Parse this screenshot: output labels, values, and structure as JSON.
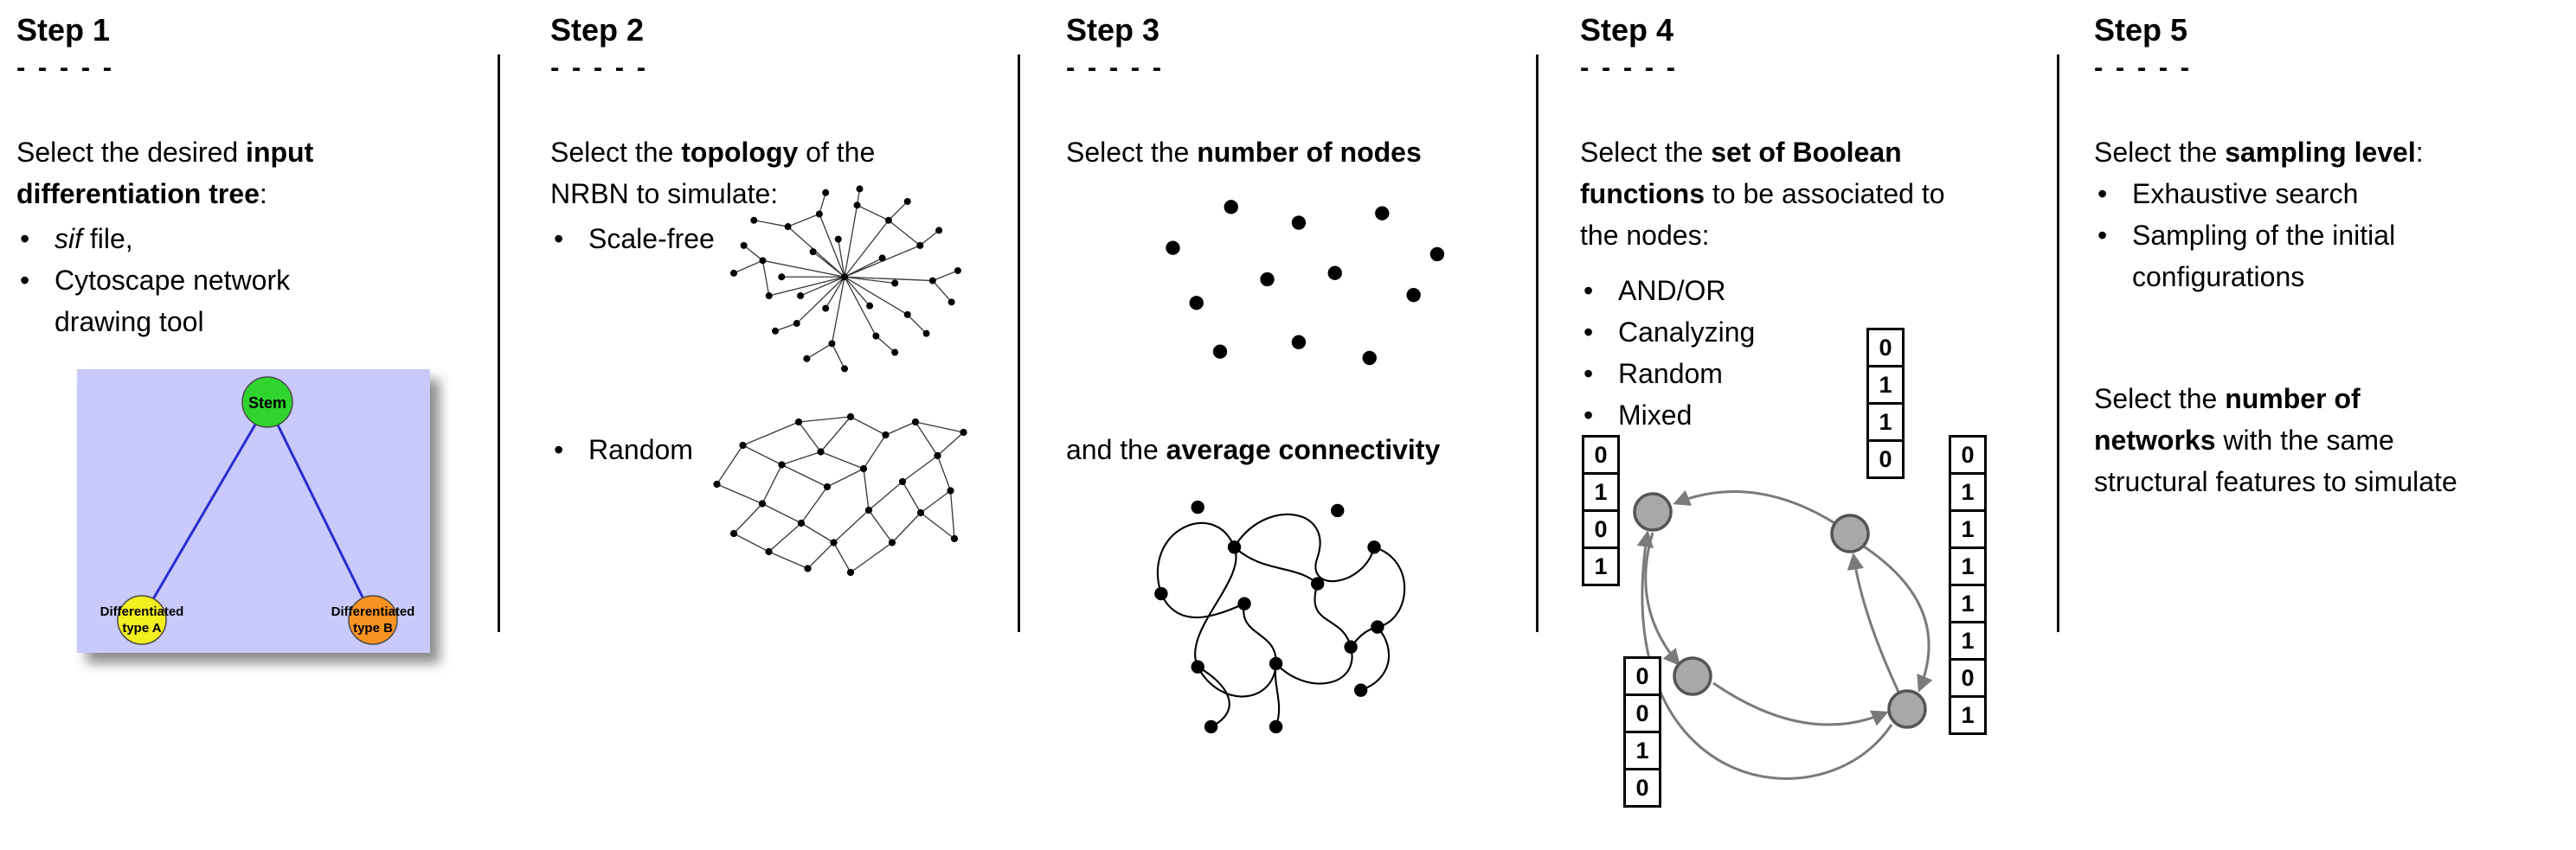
{
  "figure": {
    "bullet": "•",
    "accent_colors": {
      "tree_background": "#c9c9fb",
      "stem_green": "#2fd42f",
      "type_a_yellow": "#f2ee1f",
      "type_b_orange": "#f79421",
      "tree_edge_blue": "#2b2bd0",
      "boolean_node_gray": "#a8a8a8",
      "arrow_gray": "#7a7a7a"
    }
  },
  "steps": [
    {
      "title": "Step 1",
      "dashes": "- - - - -",
      "intro": {
        "line1": {
          "pre": "Select the desired ",
          "bold": "input"
        },
        "line2": {
          "bold": "differentiation tree",
          "post": ":"
        }
      },
      "bullets": [
        {
          "italic": "sif",
          "post": " file,"
        },
        {
          "line1": "Cytoscape network",
          "line2": "drawing tool"
        }
      ],
      "tree": {
        "stem_label": "Stem",
        "type_a_line1": "Differentiated",
        "type_a_line2": "type A",
        "type_b_line1": "Differentiated",
        "type_b_line2": "type B"
      }
    },
    {
      "title": "Step 2",
      "dashes": "- - - - -",
      "intro": {
        "line1": {
          "pre": "Select the ",
          "bold": "topology",
          "post": " of the"
        },
        "line2": {
          "pre": "NRBN to simulate:"
        }
      },
      "bullets": [
        "Scale-free",
        "Random"
      ]
    },
    {
      "title": "Step 3",
      "dashes": "- - - - -",
      "heading1": {
        "pre": "Select the ",
        "bold": "number of nodes"
      },
      "heading2": {
        "pre": "and the ",
        "bold": "average connectivity"
      }
    },
    {
      "title": "Step 4",
      "dashes": "- - - - -",
      "intro": {
        "line1": {
          "pre": "Select the ",
          "bold": "set of Boolean"
        },
        "line2": {
          "bold": "functions",
          "post": " to be associated to"
        },
        "line3": {
          "pre": "the nodes:"
        }
      },
      "bullets": [
        "AND/OR",
        "Canalyzing",
        "Random",
        "Mixed"
      ],
      "truth_tables": {
        "left": [
          "0",
          "1",
          "0",
          "1"
        ],
        "top": [
          "0",
          "1",
          "1",
          "0"
        ],
        "right": [
          "0",
          "1",
          "1",
          "1",
          "1",
          "1",
          "0",
          "1"
        ],
        "bottom_left": [
          "0",
          "0",
          "1",
          "0"
        ]
      }
    },
    {
      "title": "Step 5",
      "dashes": "- - - - -",
      "intro": {
        "line1": {
          "pre": "Select the ",
          "bold": "sampling level",
          "post": ":"
        }
      },
      "bullets": [
        {
          "text": "Exhaustive search"
        },
        {
          "line1": "Sampling of the initial",
          "line2": "configurations"
        }
      ],
      "paragraph2": {
        "line1": {
          "pre": "Select the ",
          "bold": "number of"
        },
        "line2": {
          "bold": "networks",
          "post": " with the same"
        },
        "line3": {
          "pre": "structural features to simulate"
        }
      }
    }
  ]
}
